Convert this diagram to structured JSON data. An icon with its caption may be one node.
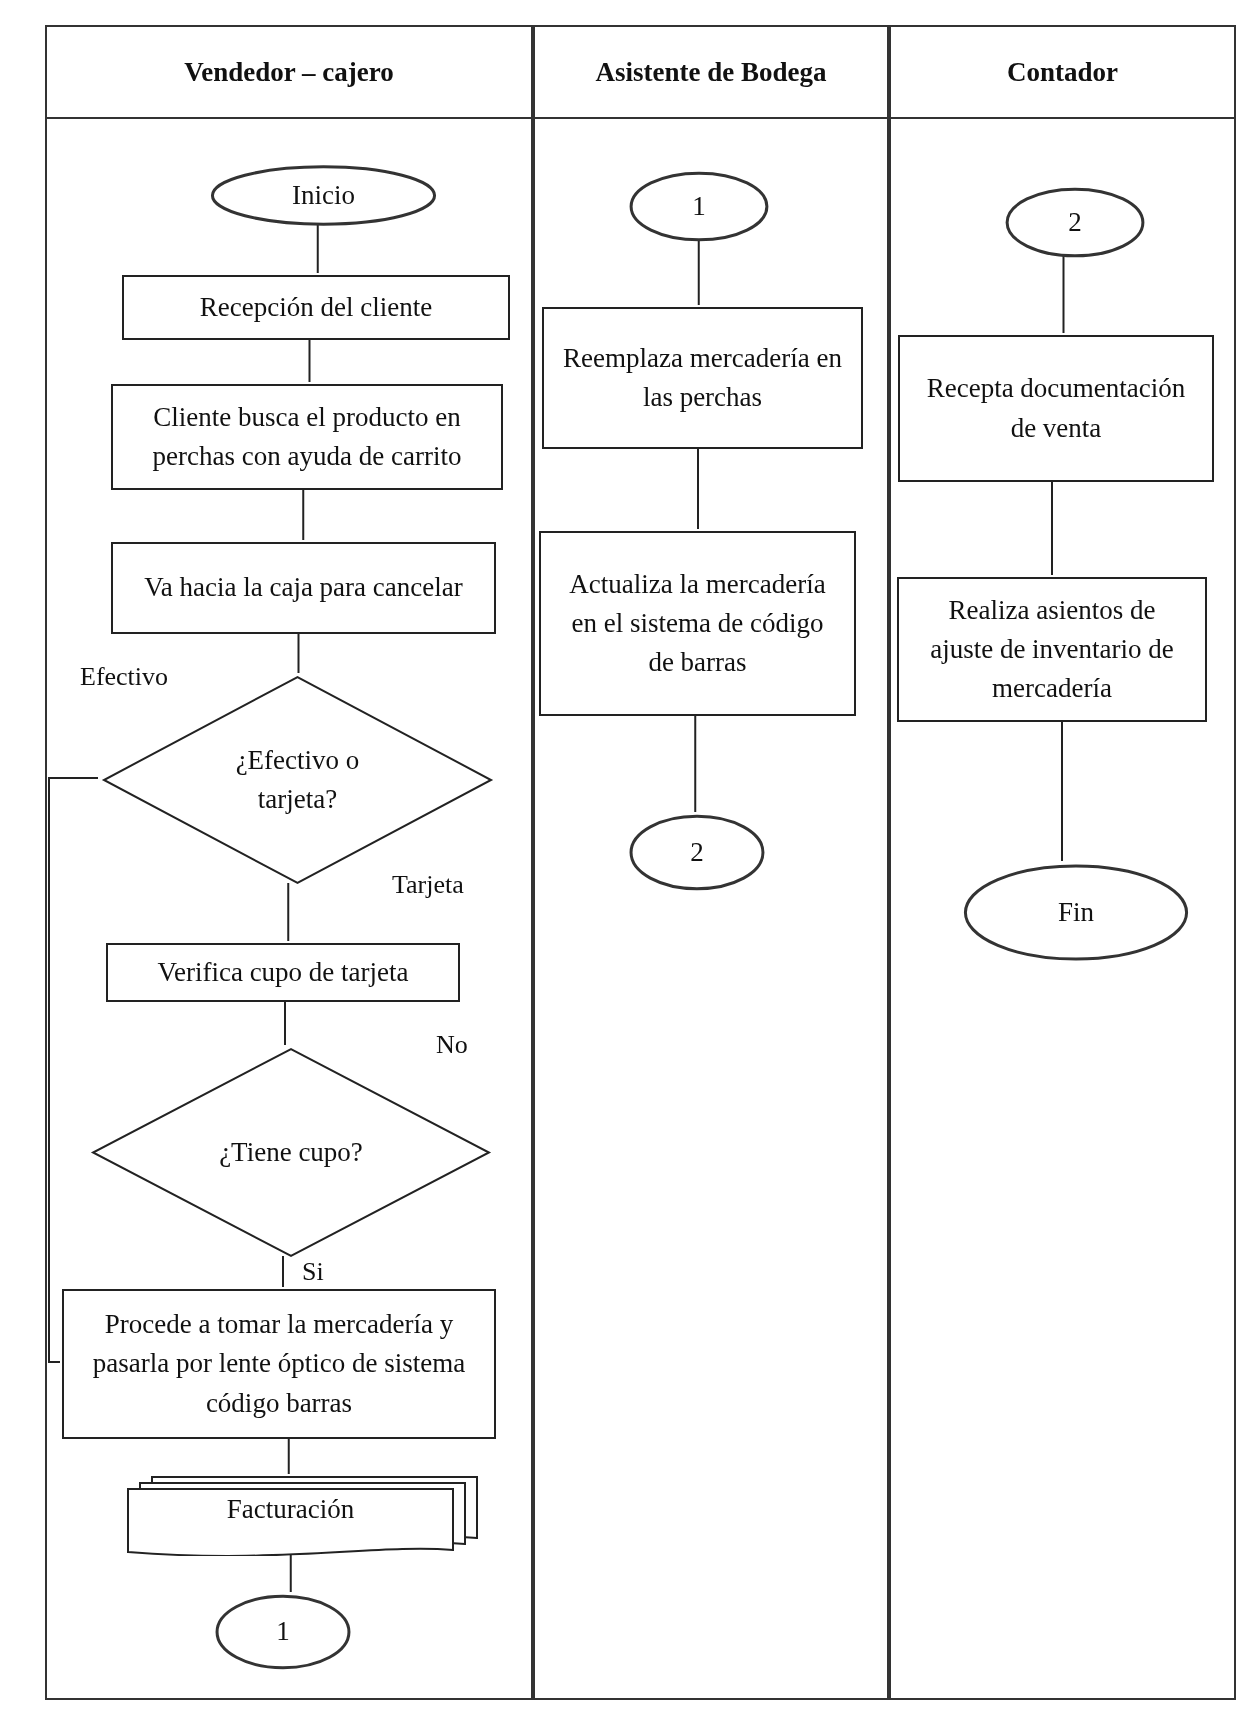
{
  "diagram": {
    "nodes": [
      {
        "text": [
          "Vendedor – cajero"
        ]
      },
      {
        "text": [
          "Inicio"
        ],
        "in": 0
      },
      {
        "text": [
          "Recepción del cliente"
        ],
        "in": 0
      },
      {
        "text": [
          "Cliente busca el producto en perchas con ayuda de carrito"
        ],
        "in": 0
      },
      {
        "text": [
          "Va hacia la caja para cancelar"
        ],
        "in": 0
      },
      {
        "text": [
          "¿Efectivo o tarjeta?"
        ],
        "in": 0
      },
      {
        "text": [
          "Verifica cupo de tarjeta"
        ],
        "in": 0
      },
      {
        "text": [
          "¿Tiene cupo?"
        ],
        "in": 0
      },
      {
        "text": [
          "Procede a tomar la mercadería y pasarla por lente óptico de sistema código barras"
        ],
        "in": 0
      },
      {
        "text": [
          "Facturación"
        ],
        "in": 0
      },
      {
        "text": [
          "1"
        ],
        "in": 0
      },
      {
        "text": [
          "Asistente de Bodega"
        ]
      },
      {
        "text": [
          "1"
        ],
        "in": 11
      },
      {
        "text": [
          "Reemplaza mercadería en las perchas"
        ],
        "in": 11
      },
      {
        "text": [
          "Actualiza la mercadería en el sistema de código de barras"
        ],
        "in": 11
      },
      {
        "text": [
          "2"
        ],
        "in": 11
      },
      {
        "text": [
          "Contador"
        ]
      },
      {
        "text": [
          "2"
        ],
        "in": 16
      },
      {
        "text": [
          "Recepta documentación de venta"
        ],
        "in": 16
      },
      {
        "text": [
          "Realiza asientos de ajuste de inventario de mercadería"
        ],
        "in": 16
      },
      {
        "text": [
          "Fin"
        ],
        "in": 16
      }
    ],
    "edges": [
      {
        "from": 1,
        "to": 2,
        "arrow": "none"
      },
      {
        "from": 2,
        "to": 3,
        "arrow": "none"
      },
      {
        "from": 3,
        "to": 4,
        "arrow": "none"
      },
      {
        "from": 4,
        "to": 5,
        "arrow": "none"
      },
      {
        "from": 5,
        "to": 6,
        "arrow": "none",
        "label": "Tarjeta"
      },
      {
        "from": 6,
        "to": 7,
        "arrow": "none"
      },
      {
        "from": 7,
        "to": 8,
        "arrow": "none",
        "label": "Si"
      },
      {
        "from": 5,
        "to": 8,
        "arrow": "none",
        "label": "Efectivo"
      },
      {
        "from": 8,
        "to": 9,
        "arrow": "none"
      },
      {
        "from": 9,
        "to": 10,
        "arrow": "none"
      },
      {
        "from": 12,
        "to": 13,
        "arrow": "none"
      },
      {
        "from": 13,
        "to": 14,
        "arrow": "none"
      },
      {
        "from": 14,
        "to": 15,
        "arrow": "none"
      },
      {
        "from": 17,
        "to": 18,
        "arrow": "none"
      },
      {
        "from": 18,
        "to": 19,
        "arrow": "none"
      },
      {
        "from": 19,
        "to": 20,
        "arrow": "none"
      }
    ],
    "labels": [
      "No"
    ]
  }
}
